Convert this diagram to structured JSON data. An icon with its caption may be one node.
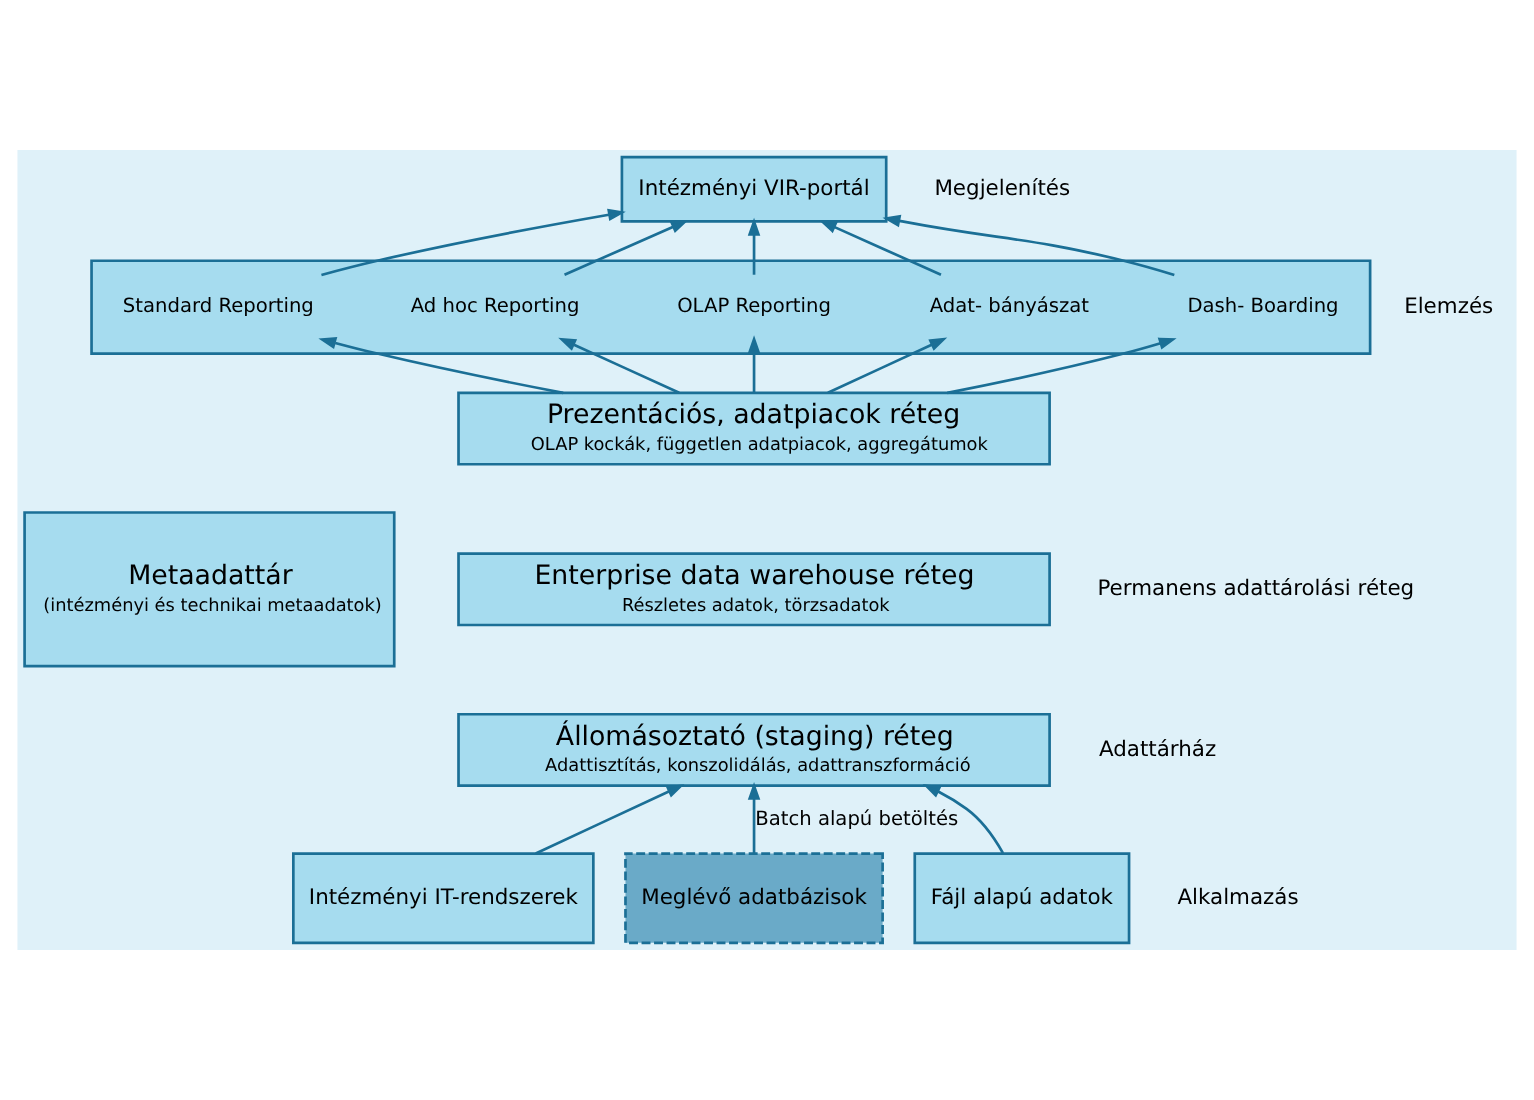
{
  "diagram": {
    "nodes": [
      {
        "text": [
          "Intézményi VIR-portál"
        ]
      },
      {
        "text": [],
        "shape": "box"
      },
      {
        "text": [
          "Standard Reporting"
        ],
        "in": 1
      },
      {
        "text": [
          "Ad hoc Reporting"
        ],
        "in": 1
      },
      {
        "text": [
          "OLAP Reporting"
        ],
        "in": 1
      },
      {
        "text": [
          "Adat- bányászat"
        ],
        "in": 1
      },
      {
        "text": [
          "Dash- Boarding"
        ],
        "in": 1
      },
      {
        "text": [
          "Metaadattár",
          "(intézményi és technikai metaadatok)"
        ]
      },
      {
        "text": [
          "Prezentációs, adatpiacok réteg",
          "OLAP kockák, független adatpiacok, aggregátumok"
        ]
      },
      {
        "text": [
          "Enterprise data warehouse réteg",
          "Részletes adatok, törzsadatok"
        ]
      },
      {
        "text": [
          "Állomásoztató (staging) réteg",
          "Adattisztítás, konszolidálás, adattranszformáció"
        ]
      },
      {
        "text": [
          "Intézményi IT-rendszerek"
        ]
      },
      {
        "text": [
          "Meglévő adatbázisok"
        ]
      },
      {
        "text": [
          "Fájl alapú adatok"
        ]
      }
    ],
    "edges": [
      {
        "from": 2,
        "to": 0,
        "arrow": "to"
      },
      {
        "from": 3,
        "to": 0,
        "arrow": "to"
      },
      {
        "from": 4,
        "to": 0,
        "arrow": "to"
      },
      {
        "from": 5,
        "to": 0,
        "arrow": "to"
      },
      {
        "from": 6,
        "to": 0,
        "arrow": "to"
      },
      {
        "from": 8,
        "to": 2,
        "arrow": "to"
      },
      {
        "from": 8,
        "to": 3,
        "arrow": "to"
      },
      {
        "from": 8,
        "to": 4,
        "arrow": "to"
      },
      {
        "from": 8,
        "to": 5,
        "arrow": "to"
      },
      {
        "from": 8,
        "to": 6,
        "arrow": "to"
      },
      {
        "from": 11,
        "to": 10,
        "arrow": "to"
      },
      {
        "from": 12,
        "to": 10,
        "label": "Batch alapú betöltés",
        "arrow": "to"
      },
      {
        "from": 13,
        "to": 10,
        "arrow": "to"
      }
    ],
    "labels": [
      "Megjelenítés",
      "Elemzés",
      "Permanens adattárolási réteg",
      "Adattárház",
      "Alkalmazás"
    ]
  }
}
